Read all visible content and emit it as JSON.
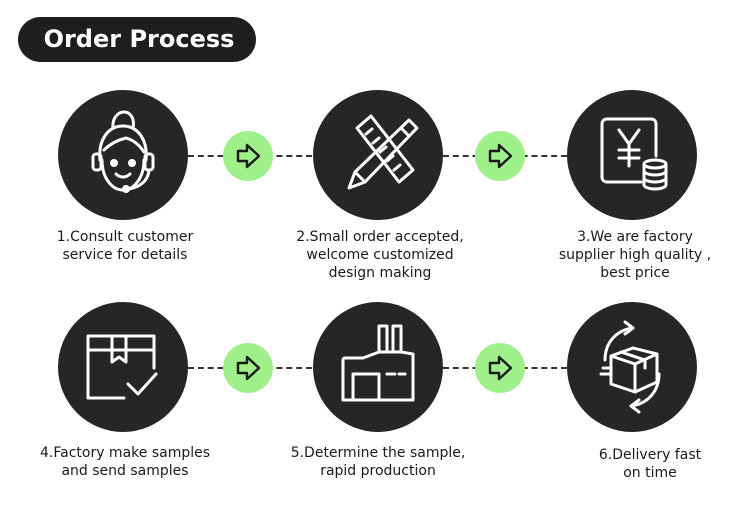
{
  "title": "Order Process",
  "colors": {
    "circle": "#262626",
    "arrow_badge": "#9ff08b",
    "title_pill": "#1e1e1e",
    "dash": "#333333"
  },
  "steps": [
    {
      "icon": "customer-service-icon",
      "lines": [
        "1.Consult customer",
        "service for details"
      ]
    },
    {
      "icon": "pencil-ruler-icon",
      "lines": [
        "2.Small order accepted,",
        "welcome customized",
        "design making"
      ]
    },
    {
      "icon": "yuan-coins-icon",
      "lines": [
        "3.We are factory",
        "supplier high quality ,",
        "best price"
      ]
    },
    {
      "icon": "box-checkmark-icon",
      "lines": [
        "4.Factory make samples",
        "and send samples"
      ]
    },
    {
      "icon": "factory-icon",
      "lines": [
        "5.Determine the sample,",
        "rapid production"
      ]
    },
    {
      "icon": "delivery-box-icon",
      "lines": [
        "6.Delivery fast",
        "on time"
      ]
    }
  ]
}
